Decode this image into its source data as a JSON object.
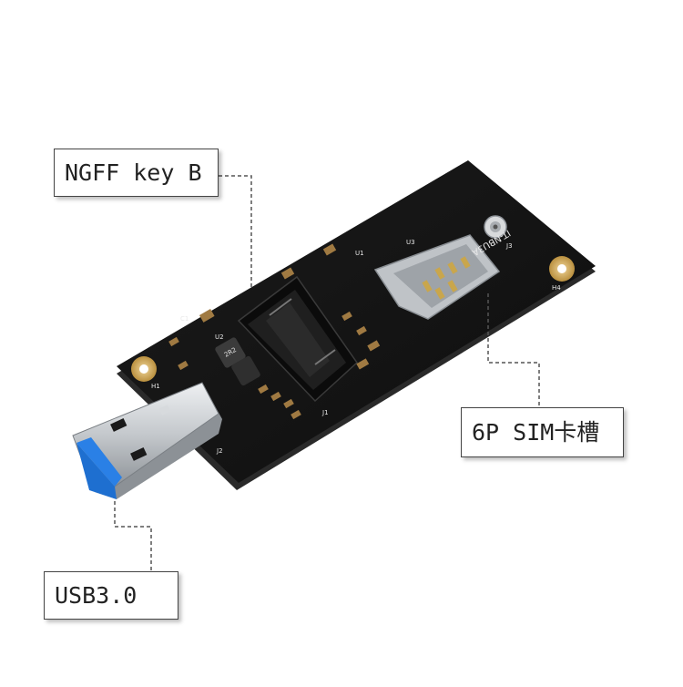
{
  "callouts": {
    "ngff": "NGFF key B",
    "sim": "6P SIM卡槽",
    "usb": "USB3.0"
  },
  "board": {
    "model": "IT-NBU3A",
    "silkscreen": {
      "u1": "U1",
      "u2": "U2",
      "u3": "U3",
      "j1": "J1",
      "j2": "J2",
      "j3": "J3",
      "c1": "C1",
      "h1": "H1",
      "h4": "H4",
      "r22": "2R2"
    }
  },
  "colors": {
    "pcb": "#141414",
    "usb_plastic": "#1e6fd0",
    "usb_metal": "#c9cdd1",
    "mounting_hole": "#d9b56a",
    "leader_line": "#555555"
  }
}
